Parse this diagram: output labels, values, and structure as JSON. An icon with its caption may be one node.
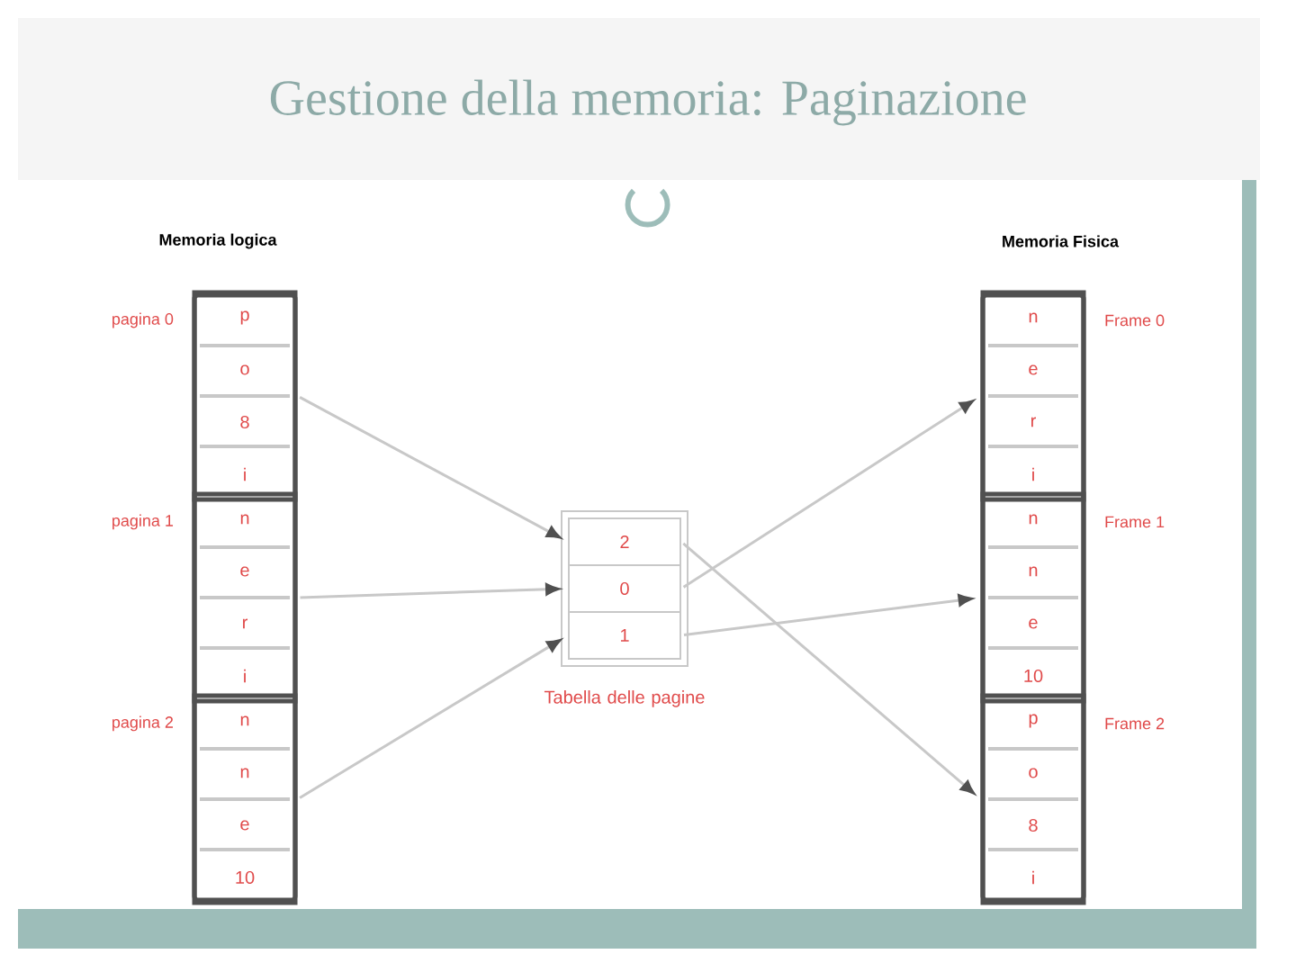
{
  "diagram": {
    "title": "Gestione della memoria: Paginazione",
    "nodes": [
      {
        "text": [
          "Memoria logica"
        ]
      },
      {
        "text": [
          "p",
          "o",
          "8",
          "i"
        ],
        "in": 0,
        "beside": [
          "pagina 0"
        ]
      },
      {
        "text": [
          "n",
          "e",
          "r",
          "i"
        ],
        "in": 0,
        "beside": [
          "pagina 1"
        ]
      },
      {
        "text": [
          "n",
          "n",
          "e",
          "10"
        ],
        "in": 0,
        "beside": [
          "pagina 2"
        ]
      },
      {
        "text": [
          "Tabella delle pagine"
        ]
      },
      {
        "text": [
          "2"
        ],
        "in": 4
      },
      {
        "text": [
          "0"
        ],
        "in": 4
      },
      {
        "text": [
          "1"
        ],
        "in": 4
      },
      {
        "text": [
          "Memoria Fisica"
        ]
      },
      {
        "text": [
          "n",
          "e",
          "r",
          "i"
        ],
        "in": 8,
        "beside": [
          "Frame 0"
        ]
      },
      {
        "text": [
          "n",
          "n",
          "e",
          "10"
        ],
        "in": 8,
        "beside": [
          "Frame 1"
        ]
      },
      {
        "text": [
          "p",
          "o",
          "8",
          "i"
        ],
        "in": 8,
        "beside": [
          "Frame 2"
        ]
      }
    ],
    "edges": [
      {
        "from": 1,
        "to": 5,
        "arrow": "to"
      },
      {
        "from": 2,
        "to": 6,
        "arrow": "to"
      },
      {
        "from": 3,
        "to": 7,
        "arrow": "to"
      },
      {
        "from": 5,
        "to": 11,
        "arrow": "to"
      },
      {
        "from": 6,
        "to": 9,
        "arrow": "to"
      },
      {
        "from": 7,
        "to": 10,
        "arrow": "to"
      }
    ]
  }
}
